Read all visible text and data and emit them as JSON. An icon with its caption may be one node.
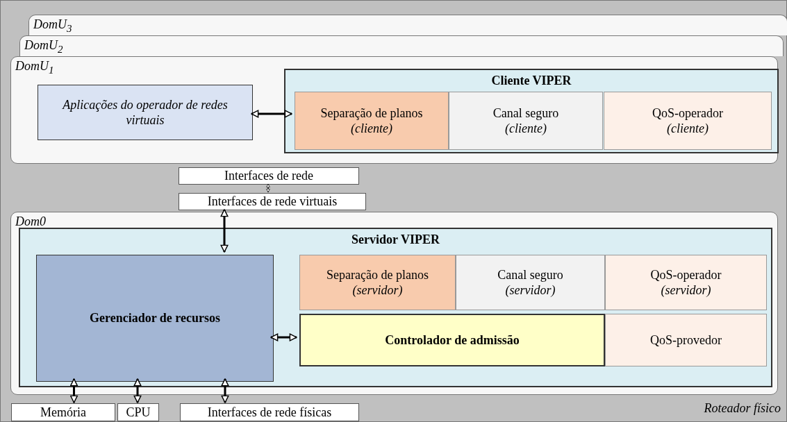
{
  "diagram": {
    "nodes": [
      {
        "text": [
          "Roteador físico"
        ]
      },
      {
        "text": [
          "DomU$_{3}$"
        ],
        "in": 0
      },
      {
        "text": [
          "DomU$_{2}$"
        ],
        "in": 0
      },
      {
        "text": [
          "DomU$_{1}$"
        ],
        "in": 0
      },
      {
        "text": [
          "Aplicações do operador de redes virtuais"
        ],
        "in": 3
      },
      {
        "text": [
          "Cliente VIPER"
        ],
        "in": 3
      },
      {
        "text": [
          "Separação de planos",
          "(cliente)"
        ],
        "in": 5
      },
      {
        "text": [
          "Canal seguro",
          "(cliente)"
        ],
        "in": 5
      },
      {
        "text": [
          "QoS-operador",
          "(cliente)"
        ],
        "in": 5
      },
      {
        "text": [
          "Interfaces de rede"
        ],
        "in": 0
      },
      {
        "text": [
          "Interfaces de rede virtuais"
        ],
        "in": 0
      },
      {
        "text": [
          "Dom0"
        ],
        "in": 0
      },
      {
        "text": [
          "Servidor VIPER"
        ],
        "in": 11
      },
      {
        "text": [
          "Gerenciador de recursos"
        ],
        "in": 12
      },
      {
        "text": [
          "Separação de planos",
          "(servidor)"
        ],
        "in": 12
      },
      {
        "text": [
          "Canal seguro",
          "(servidor)"
        ],
        "in": 12
      },
      {
        "text": [
          "QoS-operador",
          "(servidor)"
        ],
        "in": 12
      },
      {
        "text": [
          "Controlador de admissão"
        ],
        "in": 12
      },
      {
        "text": [
          "QoS-provedor"
        ],
        "in": 12
      },
      {
        "text": [
          "Memória"
        ],
        "in": 0
      },
      {
        "text": [
          "CPU"
        ],
        "in": 0
      },
      {
        "text": [
          "Interfaces de rede físicas"
        ],
        "in": 0
      }
    ],
    "edges": [
      {
        "from": 4,
        "to": 6,
        "arrow": "both"
      },
      {
        "from": 9,
        "to": 10,
        "arrow": "both"
      },
      {
        "from": 10,
        "to": 13,
        "arrow": "both"
      },
      {
        "from": 13,
        "to": 17,
        "arrow": "both"
      },
      {
        "from": 13,
        "to": 19,
        "arrow": "both"
      },
      {
        "from": 13,
        "to": 20,
        "arrow": "both"
      },
      {
        "from": 13,
        "to": 21,
        "arrow": "both"
      }
    ]
  }
}
